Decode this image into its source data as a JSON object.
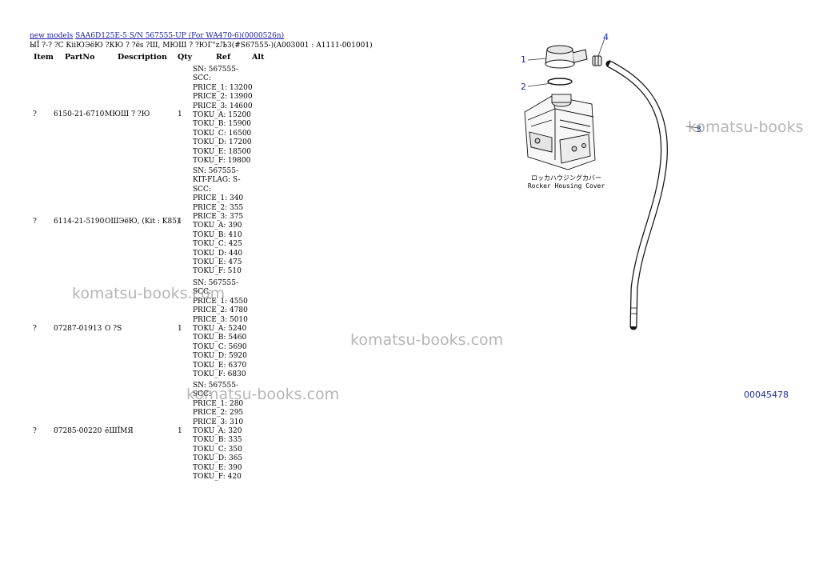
{
  "breadcrumb": {
    "link1": "new models",
    "link2": "SAA6D125E-5 S/N 567555-UP (For WA470-6)(0000526n)"
  },
  "subtitle": "ЫЇ ?-? ?С КііЮЭёЮ ?КЮ ? ?ës ?Ш, МЮШ ? ?ЮГ\"zЉЗ(#S67555-)(A003001 : A1111-001001)",
  "columns": [
    "Item",
    "PartNo",
    "Description",
    "Qty",
    "Ref",
    "Alt"
  ],
  "rows": [
    {
      "item": "?",
      "partno": "6150-21-6710",
      "description": "МЮШ ? ?Ю",
      "qty": "1",
      "ref": [
        "SN: 567555-",
        "SCC:",
        "PRICE_1: 13200",
        "PRICE_2: 13900",
        "PRICE_3: 14600",
        "TOKU_A: 15200",
        "TOKU_B: 15900",
        "TOKU_C: 16500",
        "TOKU_D: 17200",
        "TOKU_E: 18500",
        "TOKU_F: 19800"
      ]
    },
    {
      "item": "?",
      "partno": "6114-21-5190",
      "description": "ОШЭёЮ, (Kit : K85)",
      "qty": "1",
      "ref": [
        "SN: 567555-",
        "KIT-FLAG: S-",
        "SCC:",
        "PRICE_1: 340",
        "PRICE_2: 355",
        "PRICE_3: 375",
        "TOKU_A: 390",
        "TOKU_B: 410",
        "TOKU_C: 425",
        "TOKU_D: 440",
        "TOKU_E: 475",
        "TOKU_F: 510"
      ]
    },
    {
      "item": "?",
      "partno": "07287-01913",
      "description": "О ?S",
      "qty": "1",
      "ref": [
        "SN: 567555-",
        "SCC:",
        "PRICE_1: 4550",
        "PRICE_2: 4780",
        "PRICE_3: 5010",
        "TOKU_A: 5240",
        "TOKU_B: 5460",
        "TOKU_C: 5690",
        "TOKU_D: 5920",
        "TOKU_E: 6370",
        "TOKU_F: 6830"
      ]
    },
    {
      "item": "?",
      "partno": "07285-00220",
      "description": "ёШЇМЯ",
      "qty": "1",
      "ref": [
        "SN: 567555-",
        "SCC:",
        "PRICE_1: 280",
        "PRICE_2: 295",
        "PRICE_3: 310",
        "TOKU_A: 320",
        "TOKU_B: 335",
        "TOKU_C: 350",
        "TOKU_D: 365",
        "TOKU_E: 390",
        "TOKU_F: 420"
      ]
    }
  ],
  "watermark": "komatsu-books.com",
  "watermark_right": "komatsu-books",
  "diagram": {
    "callouts": [
      "1",
      "2",
      "3",
      "4"
    ],
    "caption_jp": "ロッカハウジングカバー",
    "caption_en": "Rocker Housing Cover",
    "illustration_id": "00045478"
  }
}
